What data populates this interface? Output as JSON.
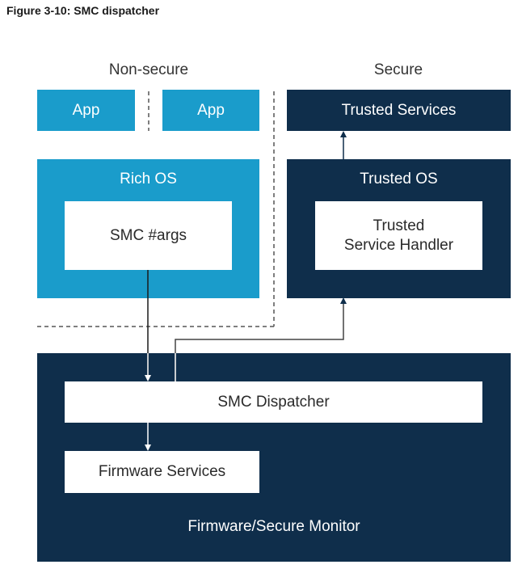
{
  "figure_title": "Figure 3-10: SMC dispatcher",
  "regions": {
    "nonsecure": "Non-secure",
    "secure": "Secure"
  },
  "boxes": {
    "app1": "App",
    "app2": "App",
    "trusted_services": "Trusted Services",
    "rich_os": "Rich OS",
    "smc_args": "SMC #args",
    "trusted_os": "Trusted OS",
    "trusted_service_handler_line1": "Trusted",
    "trusted_service_handler_line2": "Service Handler",
    "smc_dispatcher": "SMC Dispatcher",
    "firmware_services": "Firmware Services",
    "firmware_monitor": "Firmware/Secure Monitor"
  },
  "colors": {
    "nonsecure": "#1a9ccb",
    "secure": "#0f2e4b",
    "inner": "#ffffff"
  }
}
